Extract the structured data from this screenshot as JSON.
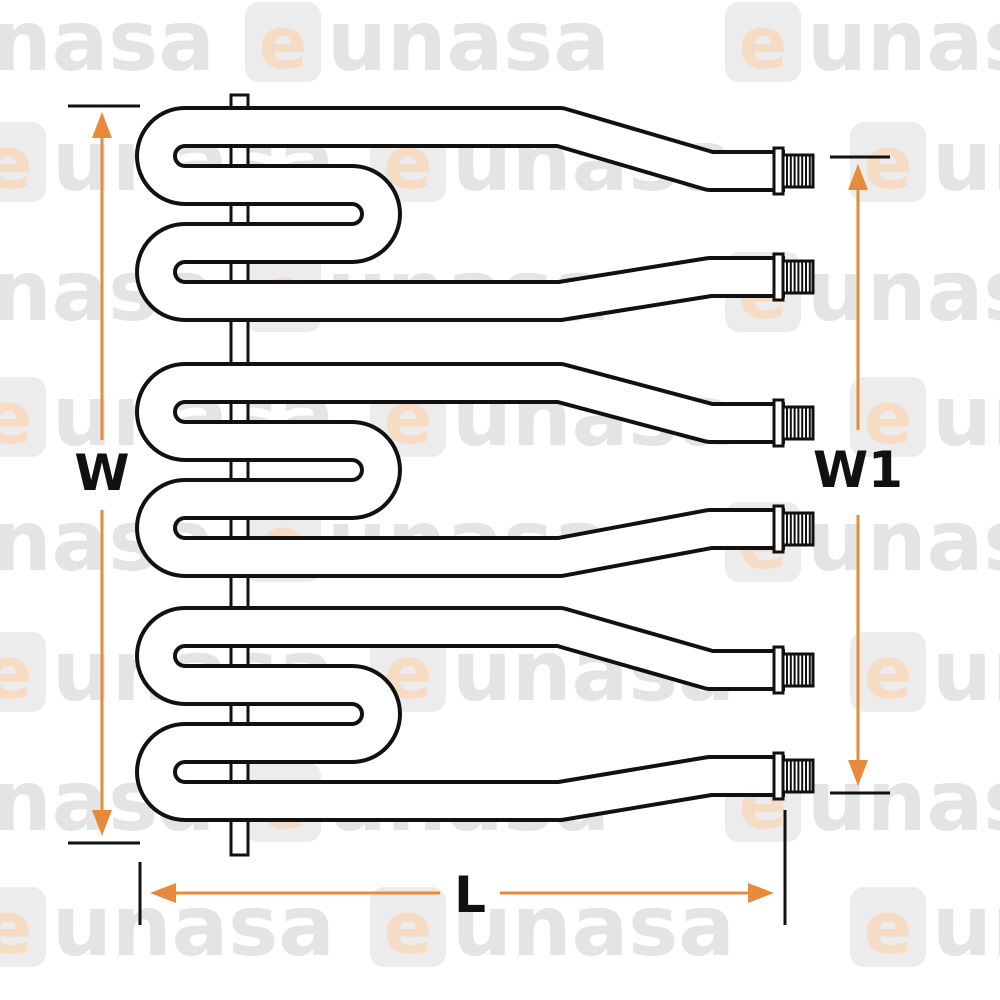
{
  "brand": {
    "watermark_prefix": "e",
    "watermark_text": "unasa",
    "accent_color": "#e88a3c",
    "watermark_color": "#e4e4e4"
  },
  "diagram": {
    "labels": {
      "width": "W",
      "width_terminals": "W1",
      "length": "L"
    },
    "terminal_count": 6
  }
}
